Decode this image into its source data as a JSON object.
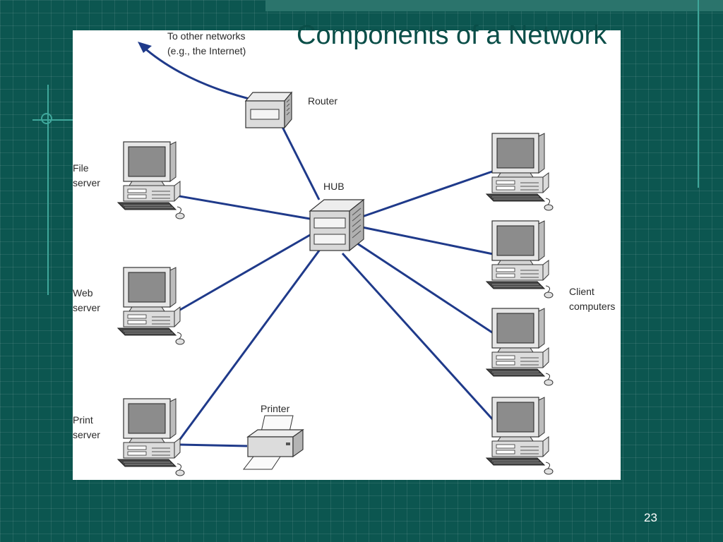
{
  "slide": {
    "title": "Components of a Network",
    "page_number": "23"
  },
  "diagram": {
    "internet_label_line1": "To other networks",
    "internet_label_line2": "(e.g., the Internet)",
    "router_label": "Router",
    "hub_label": "HUB",
    "file_server_line1": "File",
    "file_server_line2": "server",
    "web_server_line1": "Web",
    "web_server_line2": "server",
    "print_server_line1": "Print",
    "print_server_line2": "server",
    "printer_label": "Printer",
    "clients_line1": "Client",
    "clients_line2": "computers"
  },
  "colors": {
    "background": "#0c5650",
    "cable": "#1f3a8a",
    "title": "#0a4e48"
  }
}
